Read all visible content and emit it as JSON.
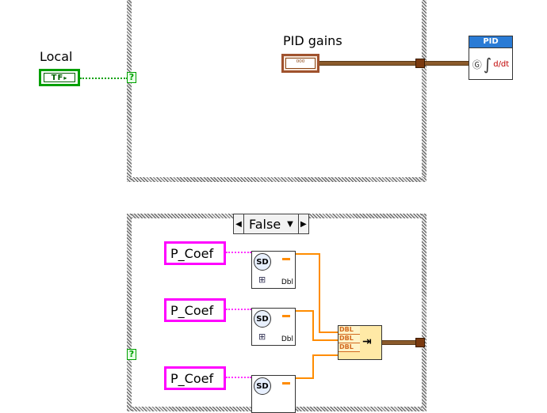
{
  "top_case": {
    "local_label": "Local",
    "local_terminal_text": "TF",
    "question_mark": "?",
    "pid_gains_label": "PID gains",
    "pid_gains_terminal_text": "⁰⁰⁰",
    "pid_vi_title": "PID"
  },
  "bottom_case": {
    "selector_value": "False",
    "question_mark": "?",
    "pcoef_constants": [
      {
        "label": "P_Coef"
      },
      {
        "label": "P_Coef"
      },
      {
        "label": "P_Coef"
      }
    ],
    "variant_node_text": "SD",
    "variant_node_type": "Dbl",
    "bundle_cells": [
      "DBL",
      "DBL",
      "DBL"
    ]
  },
  "colors": {
    "bool_green": "#00a000",
    "cluster_brown": "#8b5a2b",
    "string_pink": "#ff00ff",
    "dbl_orange": "#ff8c00",
    "pid_blue": "#2a7bd5"
  }
}
